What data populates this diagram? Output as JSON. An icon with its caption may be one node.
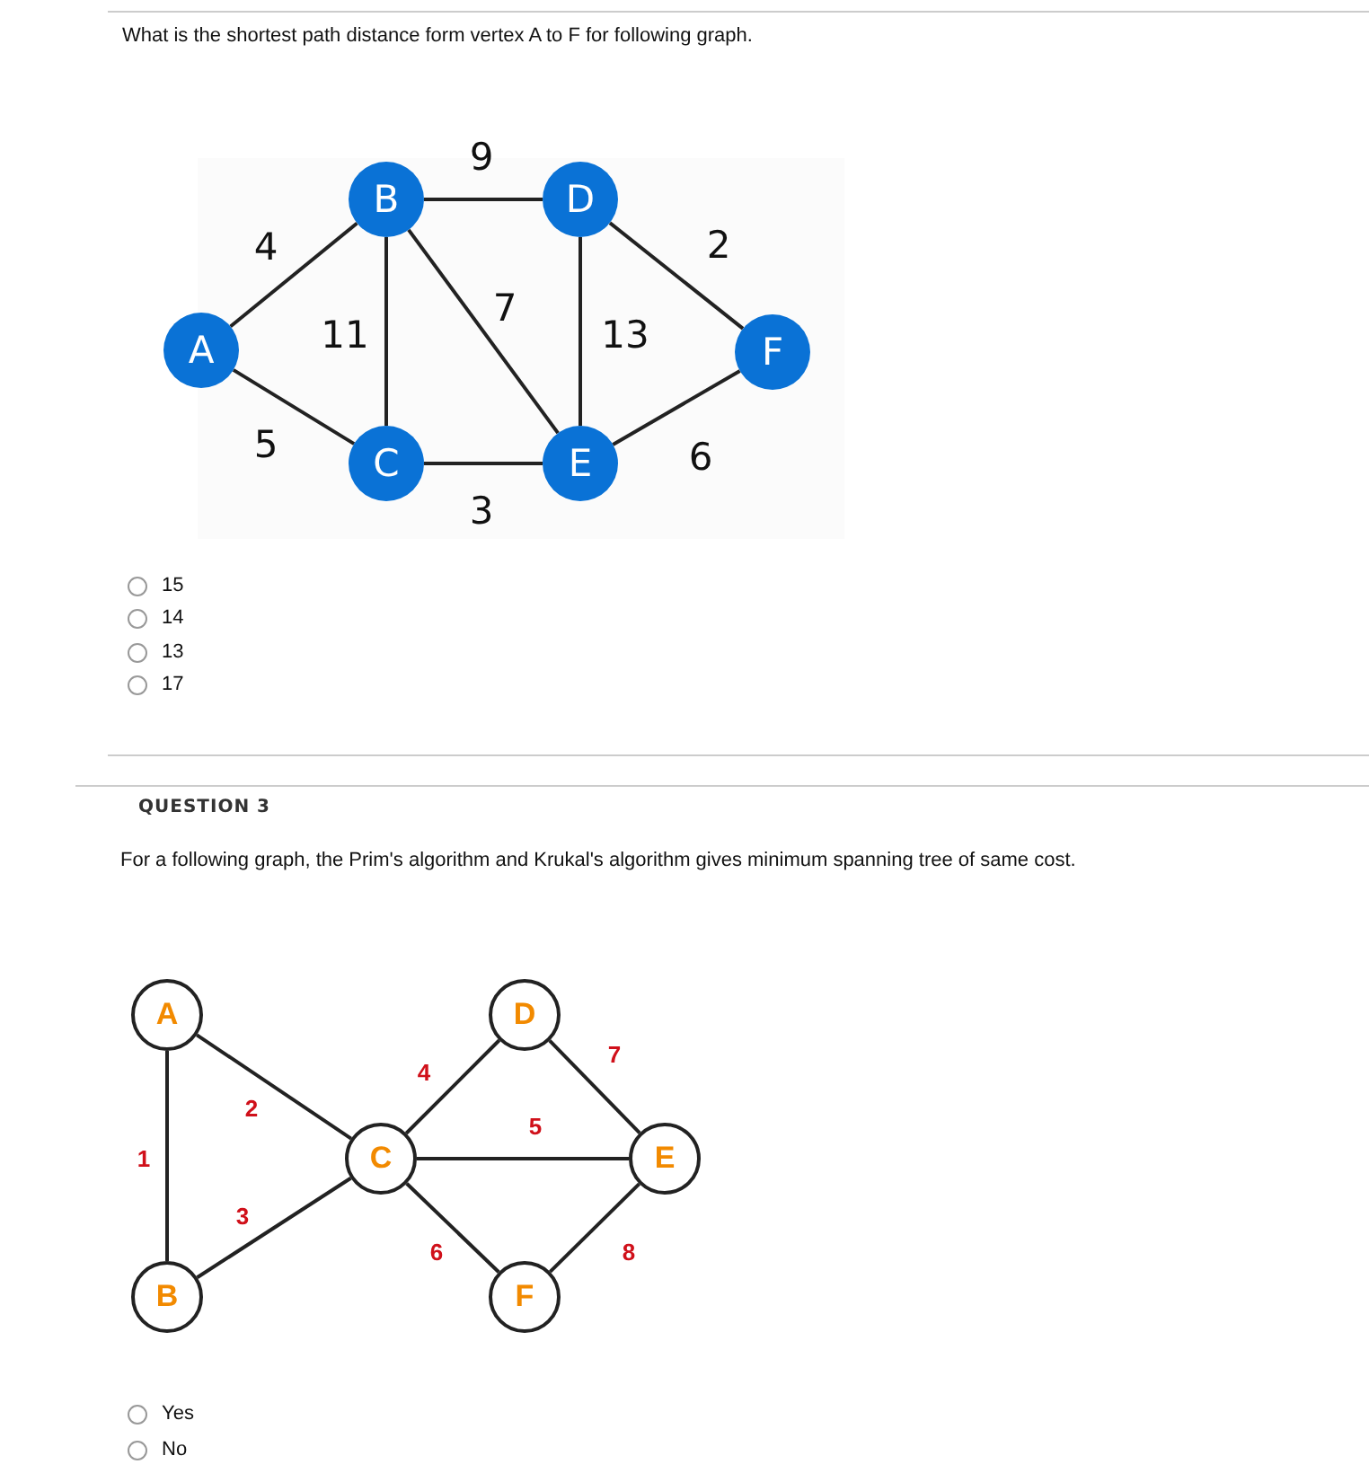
{
  "diagram": {
    "nodes": [
      {
        "text": [
          "A"
        ]
      },
      {
        "text": [
          "B"
        ]
      },
      {
        "text": [
          "C"
        ]
      },
      {
        "text": [
          "D"
        ]
      },
      {
        "text": [
          "E"
        ]
      },
      {
        "text": [
          "F"
        ]
      },
      {
        "text": [
          "A"
        ]
      },
      {
        "text": [
          "B"
        ]
      },
      {
        "text": [
          "C"
        ]
      },
      {
        "text": [
          "D"
        ]
      },
      {
        "text": [
          "E"
        ]
      },
      {
        "text": [
          "F"
        ]
      }
    ],
    "edges": [
      {
        "from": 0,
        "to": 1,
        "arrow": "none",
        "label": "4"
      },
      {
        "from": 0,
        "to": 2,
        "arrow": "none",
        "label": "5"
      },
      {
        "from": 1,
        "to": 3,
        "arrow": "none",
        "label": "9"
      },
      {
        "from": 1,
        "to": 2,
        "arrow": "none",
        "label": "11"
      },
      {
        "from": 1,
        "to": 4,
        "arrow": "none",
        "label": "7"
      },
      {
        "from": 3,
        "to": 4,
        "arrow": "none",
        "label": "13"
      },
      {
        "from": 3,
        "to": 5,
        "arrow": "none",
        "label": "2"
      },
      {
        "from": 2,
        "to": 4,
        "arrow": "none",
        "label": "3"
      },
      {
        "from": 4,
        "to": 5,
        "arrow": "none",
        "label": "6"
      },
      {
        "from": 6,
        "to": 7,
        "arrow": "none",
        "label": "1"
      },
      {
        "from": 6,
        "to": 8,
        "arrow": "none",
        "label": "2"
      },
      {
        "from": 7,
        "to": 8,
        "arrow": "none",
        "label": "3"
      },
      {
        "from": 8,
        "to": 9,
        "arrow": "none",
        "label": "4"
      },
      {
        "from": 8,
        "to": 10,
        "arrow": "none",
        "label": "5"
      },
      {
        "from": 8,
        "to": 11,
        "arrow": "none",
        "label": "6"
      },
      {
        "from": 9,
        "to": 10,
        "arrow": "none",
        "label": "7"
      },
      {
        "from": 10,
        "to": 11,
        "arrow": "none",
        "label": "8"
      }
    ],
    "labels": [
      "What is the shortest path distance form vertex A to F for following graph.",
      "15",
      "14",
      "13",
      "17",
      "QUESTION 3",
      "For a following graph, the Prim's algorithm and Krukal's algorithm gives minimum spanning tree of same cost.",
      "Yes",
      "No"
    ]
  }
}
